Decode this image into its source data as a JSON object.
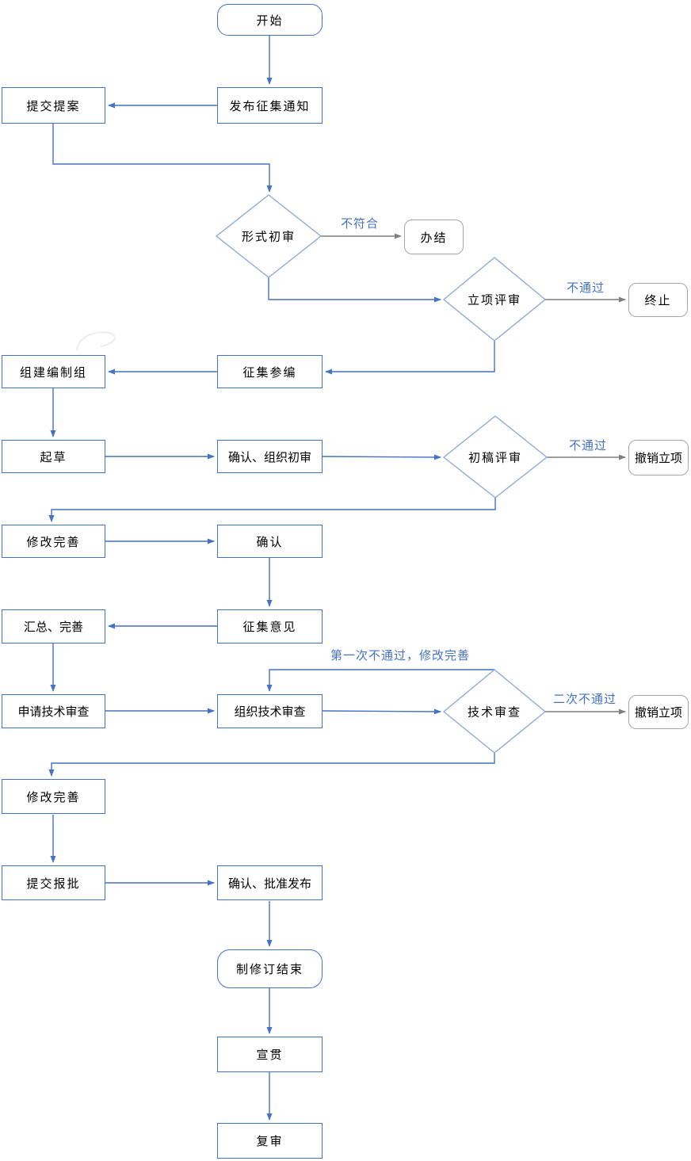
{
  "colors": {
    "accent_blue": "#4472C4",
    "diamond_blue": "#8FAADC",
    "gray_line": "#7F7F7F",
    "gray_border": "#A6A6A6",
    "text": "#000000",
    "background": "#FFFFFF"
  },
  "flow": {
    "nodes": {
      "start": {
        "label": "开始",
        "type": "terminator"
      },
      "publish_notice": {
        "label": "发布征集通知",
        "type": "process"
      },
      "submit_proposal": {
        "label": "提交提案",
        "type": "process"
      },
      "formal_review": {
        "label": "形式初审",
        "type": "decision"
      },
      "close_case": {
        "label": "办结",
        "type": "terminator-gray"
      },
      "project_review": {
        "label": "立项评审",
        "type": "decision"
      },
      "terminate": {
        "label": "终止",
        "type": "terminator-gray"
      },
      "recruit_editors": {
        "label": "征集参编",
        "type": "process"
      },
      "form_drafting_group": {
        "label": "组建编制组",
        "type": "process"
      },
      "draft": {
        "label": "起草",
        "type": "process"
      },
      "confirm_org_review": {
        "label": "确认、组织初审",
        "type": "process"
      },
      "first_draft_review": {
        "label": "初稿评审",
        "type": "decision"
      },
      "cancel_project_1": {
        "label": "撤销立项",
        "type": "terminator-gray"
      },
      "revise_1": {
        "label": "修改完善",
        "type": "process"
      },
      "confirm": {
        "label": "确认",
        "type": "process"
      },
      "collect_opinions": {
        "label": "征集意见",
        "type": "process"
      },
      "summarize_improve": {
        "label": "汇总、完善",
        "type": "process"
      },
      "apply_tech_review": {
        "label": "申请技术审查",
        "type": "process"
      },
      "organize_tech_review": {
        "label": "组织技术审查",
        "type": "process"
      },
      "tech_review": {
        "label": "技术审查",
        "type": "decision"
      },
      "cancel_project_2": {
        "label": "撤销立项",
        "type": "terminator-gray"
      },
      "revise_2": {
        "label": "修改完善",
        "type": "process"
      },
      "submit_approval": {
        "label": "提交报批",
        "type": "process"
      },
      "confirm_approve_publish": {
        "label": "确认、批准发布",
        "type": "process"
      },
      "revision_end": {
        "label": "制修订结束",
        "type": "terminator"
      },
      "promote": {
        "label": "宣贯",
        "type": "process"
      },
      "re_review": {
        "label": "复审",
        "type": "process"
      }
    },
    "edge_labels": {
      "not_conform": "不符合",
      "not_pass_project": "不通过",
      "not_pass_draft": "不通过",
      "first_fail_revise": "第一次不通过，修改完善",
      "second_fail": "二次不通过"
    }
  }
}
